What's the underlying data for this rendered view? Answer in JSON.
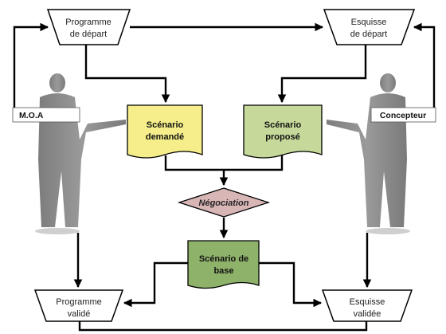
{
  "colors": {
    "trapezoid_fill": "#ffffff",
    "scenario_demande_fill": "#f5ee8a",
    "scenario_propose_fill": "#c6d99a",
    "scenario_base_fill": "#8fb26a",
    "negociation_fill": "#d9b6b6",
    "person_fill": "#8f8f8f",
    "line": "#000000"
  },
  "nodes": {
    "programme_depart": {
      "line1": "Programme",
      "line2": "de départ"
    },
    "esquisse_depart": {
      "line1": "Esquisse",
      "line2": "de départ"
    },
    "scenario_demande": {
      "line1": "Scénario",
      "line2": "demandé"
    },
    "scenario_propose": {
      "line1": "Scénario",
      "line2": "proposé"
    },
    "negociation": {
      "label": "Négociation"
    },
    "scenario_base": {
      "line1": "Scénario de",
      "line2": "base"
    },
    "programme_valide": {
      "line1": "Programme",
      "line2": "validé"
    },
    "esquisse_validee": {
      "line1": "Esquisse",
      "line2": "validée"
    }
  },
  "actors": {
    "moa": {
      "label": "M.O.A"
    },
    "concepteur": {
      "label": "Concepteur"
    }
  }
}
